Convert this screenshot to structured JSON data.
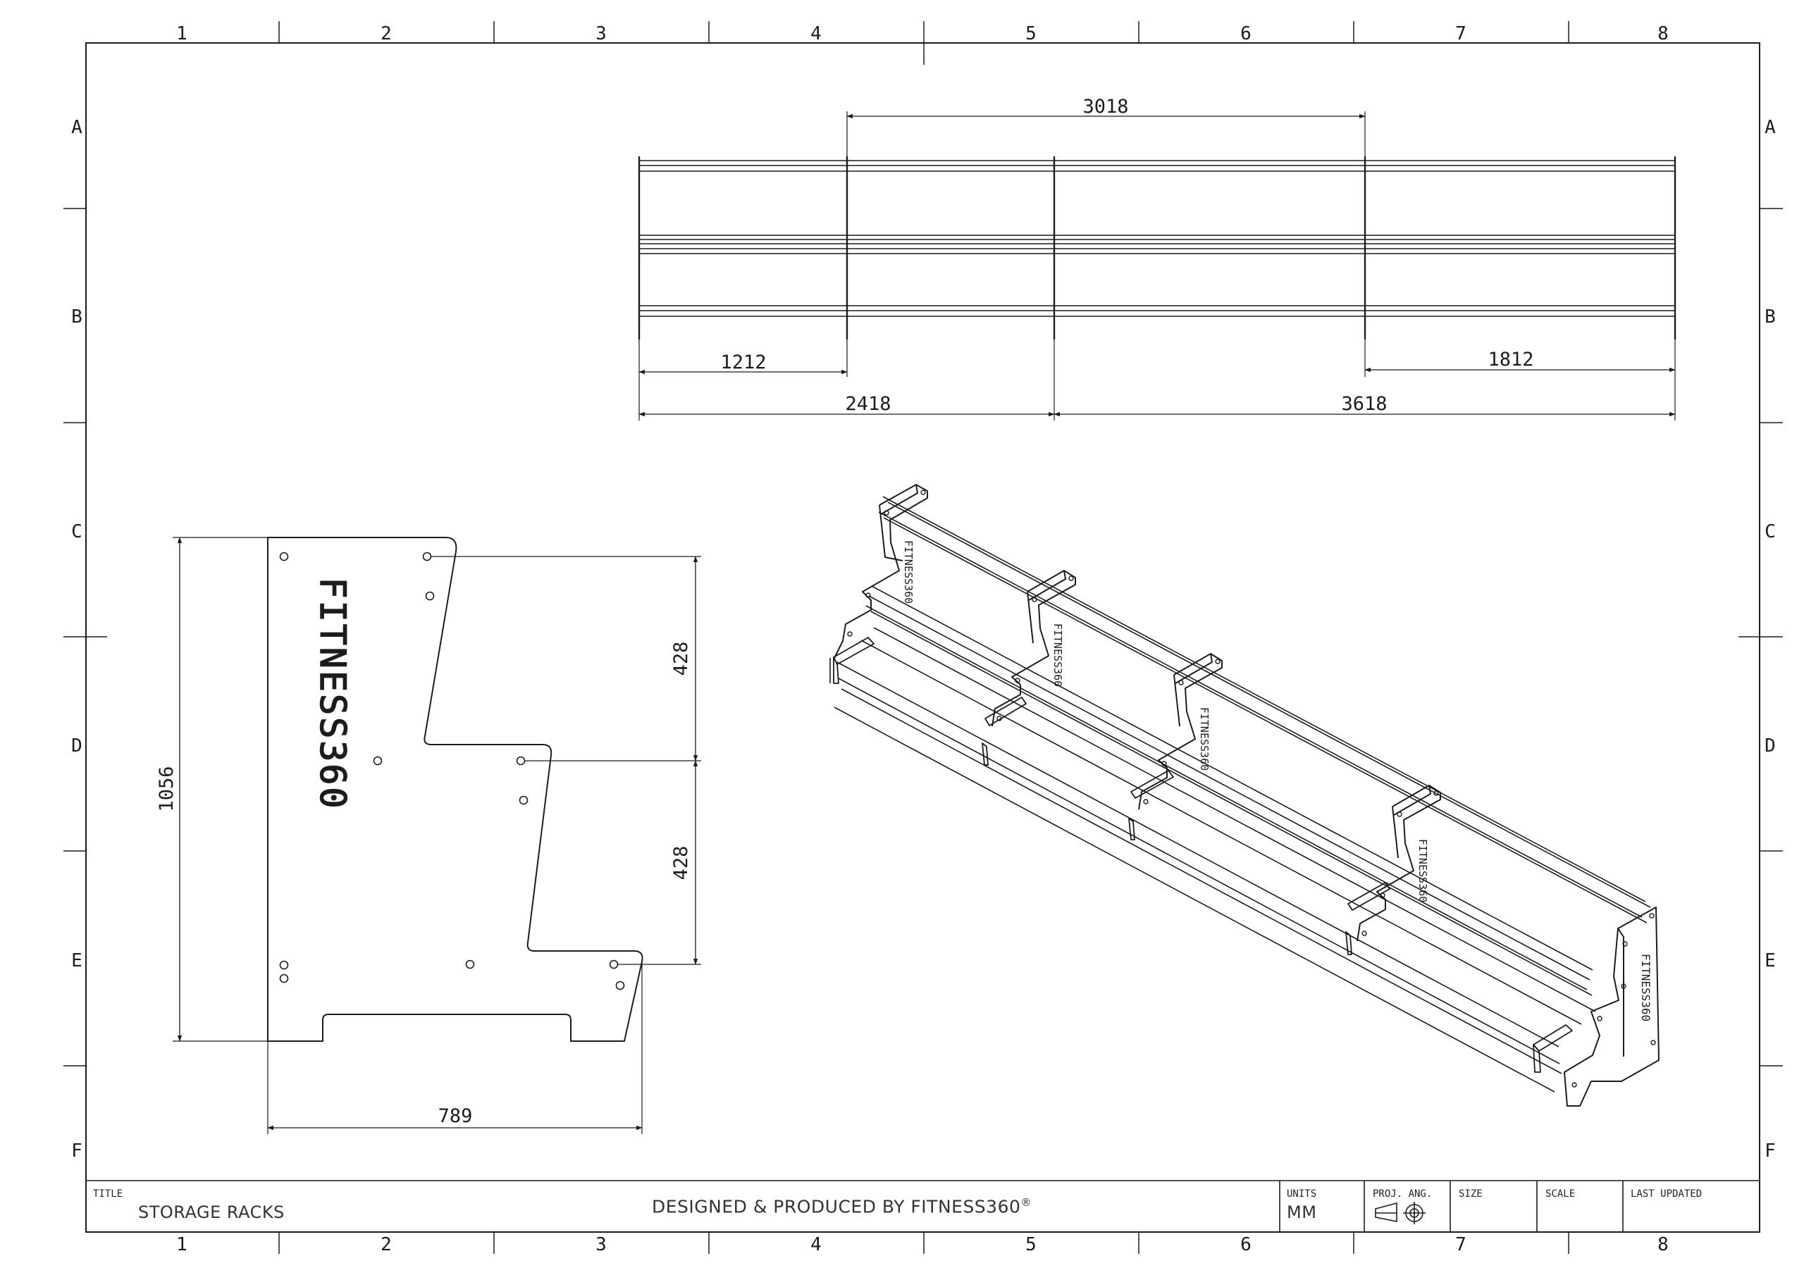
{
  "zones": {
    "columns": [
      "1",
      "2",
      "3",
      "4",
      "5",
      "6",
      "7",
      "8"
    ],
    "rows": [
      "A",
      "B",
      "C",
      "D",
      "E",
      "F"
    ]
  },
  "dimensions": {
    "top_overall_mid": "3018",
    "top_left_bay": "1212",
    "top_right_bay": "1812",
    "top_left_half": "2418",
    "top_right_half": "3618",
    "side_height": "1056",
    "side_step_upper": "428",
    "side_step_lower": "428",
    "side_depth": "789"
  },
  "side_panel": {
    "engraving": "FITNESS360"
  },
  "iso_view": {
    "engraving": "FITNESS360"
  },
  "title_block": {
    "title_label": "TITLE",
    "title_value": "STORAGE RACKS",
    "designed_by": "DESIGNED & PRODUCED BY FITNESS360",
    "registered_mark": "®",
    "units_label": "UNITS",
    "units_value": "MM",
    "proj_label": "PROJ. ANG.",
    "size_label": "SIZE",
    "scale_label": "SCALE",
    "updated_label": "LAST UPDATED"
  },
  "colors": {
    "line": "#1c1c1c",
    "background": "#ffffff"
  }
}
